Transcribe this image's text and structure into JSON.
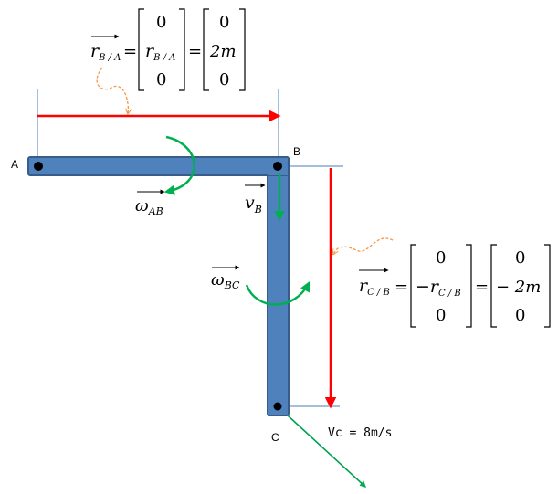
{
  "points": {
    "a": "A",
    "b": "B",
    "c": "C"
  },
  "velocity_c_label": "Vc = 8m/s",
  "vector_labels": {
    "omega_ab": {
      "symbol": "ω",
      "subscript": "AB"
    },
    "omega_bc": {
      "symbol": "ω",
      "subscript": "BC"
    },
    "v_b": {
      "symbol": "v",
      "subscript": "B"
    }
  },
  "equation_rba": {
    "lhs": {
      "symbol": "r",
      "subscript": "B / A"
    },
    "eq": "=",
    "matrix1": [
      {
        "text": "0"
      },
      {
        "symbol": "r",
        "subscript": "B / A"
      },
      {
        "text": "0"
      }
    ],
    "matrix2": [
      "0",
      "2m",
      "0"
    ]
  },
  "equation_rcb": {
    "lhs": {
      "symbol": "r",
      "subscript": "C / B"
    },
    "eq": "=",
    "matrix1": [
      {
        "text": "0"
      },
      {
        "prefix": "−",
        "symbol": "r",
        "subscript": "C / B"
      },
      {
        "text": "0"
      }
    ],
    "matrix2": [
      "0",
      "− 2m",
      "0"
    ]
  },
  "colors": {
    "bar_fill": "#4f81bd",
    "bar_stroke": "#385d8a",
    "dimension_arrow": "#ff0000",
    "rotation_arrow": "#00b050",
    "callout": "#f79646",
    "velocity_c_arrow": "#00a050"
  }
}
